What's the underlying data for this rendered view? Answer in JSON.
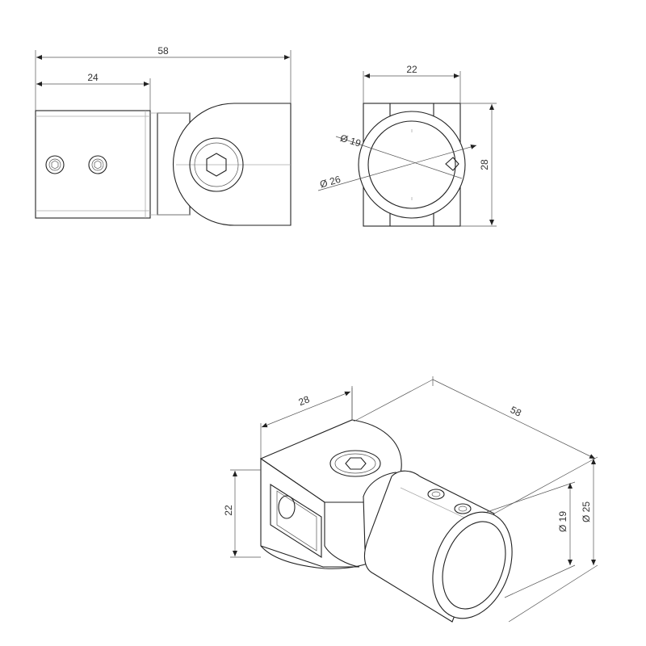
{
  "side_view": {
    "overall_length": "58",
    "tube_length": "24"
  },
  "end_view": {
    "width": "22",
    "height": "28",
    "inner_diameter": "Ø 19",
    "outer_diameter": "Ø 26"
  },
  "iso_view": {
    "block_width": "28",
    "overall_length": "58",
    "block_height": "22",
    "tube_inner_diameter": "Ø 19",
    "tube_outer_diameter": "Ø 25"
  }
}
